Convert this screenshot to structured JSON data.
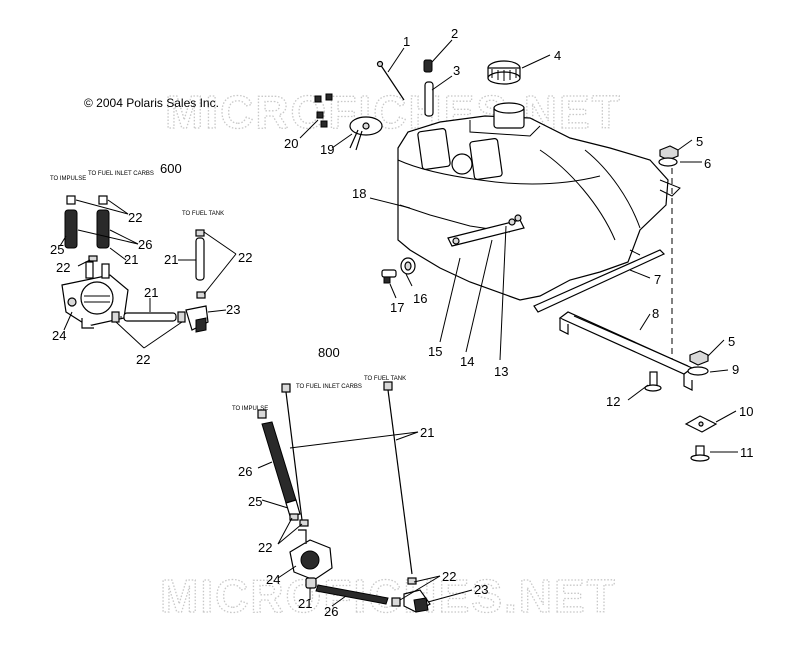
{
  "copyright": "© 2004 Polaris Sales Inc.",
  "watermark": "MICROFICHES.NET",
  "section_labels": {
    "s600": "600",
    "s800": "800"
  },
  "connector_labels": {
    "to_impulse": "TO IMPULSE",
    "to_fuel_inlet_carbs": "TO FUEL INLET CARBS",
    "to_fuel_tank": "TO FUEL TANK"
  },
  "callouts": {
    "c1": "1",
    "c2": "2",
    "c3": "3",
    "c4": "4",
    "c5": "5",
    "c6": "6",
    "c7": "7",
    "c8": "8",
    "c9": "9",
    "c10": "10",
    "c11": "11",
    "c12": "12",
    "c13": "13",
    "c14": "14",
    "c15": "15",
    "c16": "16",
    "c17": "17",
    "c18": "18",
    "c19": "19",
    "c20": "20",
    "c21": "21",
    "c22": "22",
    "c23": "23",
    "c24": "24",
    "c25": "25",
    "c26": "26"
  }
}
